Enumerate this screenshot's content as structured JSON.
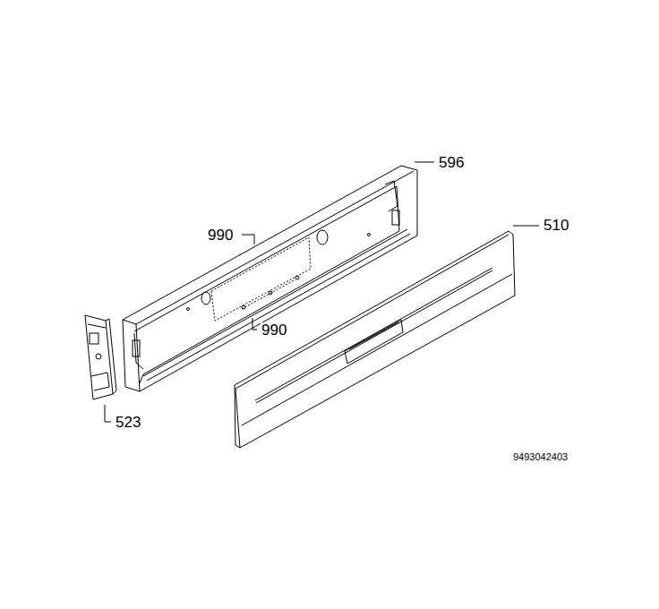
{
  "diagram": {
    "labels": [
      "596",
      "990",
      "510",
      "990",
      "523",
      "9493042403"
    ]
  }
}
